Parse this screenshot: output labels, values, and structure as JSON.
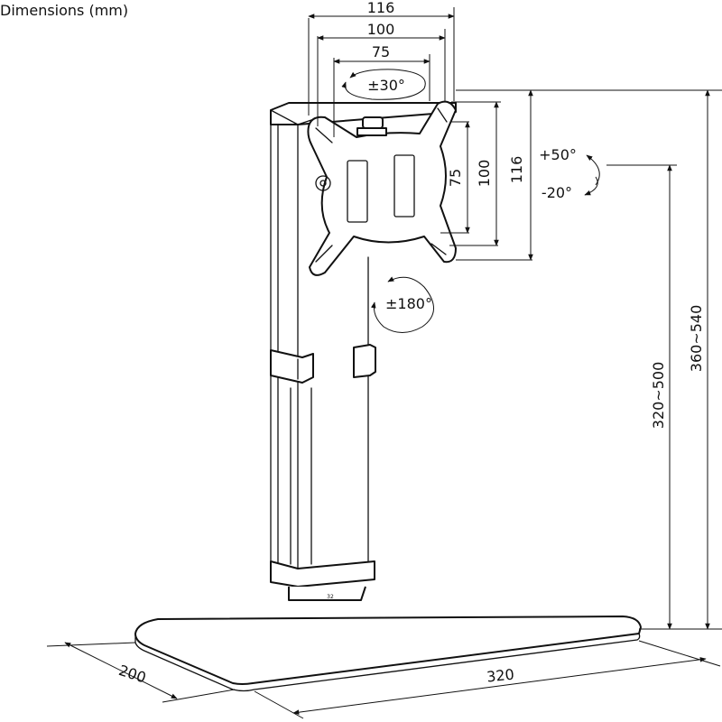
{
  "title": "Dimensions (mm)",
  "labels": {
    "vesa_116_top": "116",
    "vesa_100_top": "100",
    "vesa_75_top": "75",
    "swivel": "±30°",
    "tilt_up": "+50°",
    "tilt_down": "-20°",
    "vesa_75_side": "75",
    "vesa_100_side": "100",
    "vesa_116_side": "116",
    "rotation": "±180°",
    "height_vesa": "320~500",
    "height_total": "360~540",
    "base_depth": "200",
    "base_width": "320",
    "clamp_mark": "32"
  },
  "colors": {
    "line": "#111111",
    "background": "#ffffff"
  }
}
